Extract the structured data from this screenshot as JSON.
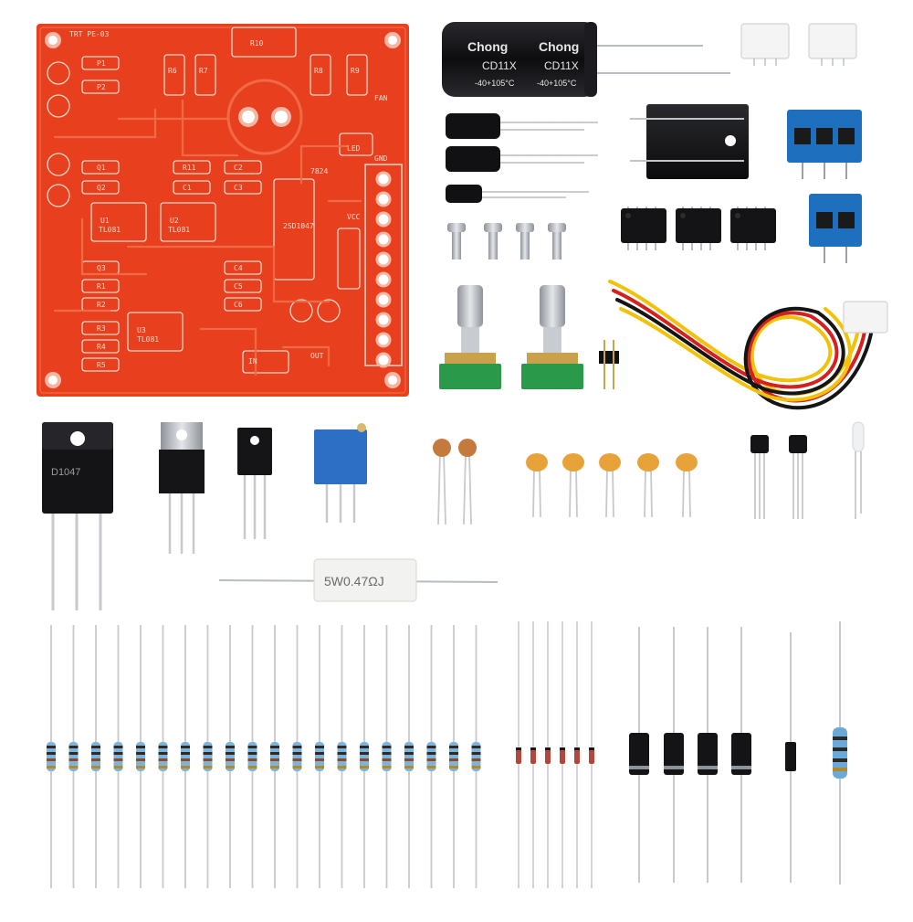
{
  "pcb": {
    "top_label": "TRT PE-03",
    "labels": [
      "P1",
      "P2",
      "Q1",
      "Q2",
      "Q3",
      "R1",
      "R2",
      "R3",
      "R4",
      "R5",
      "R6",
      "R7",
      "R8",
      "R9",
      "R10",
      "R11",
      "C1",
      "C2",
      "C3",
      "C4",
      "C5",
      "C6",
      "U1",
      "U2",
      "U3",
      "LED",
      "IN",
      "OUT",
      "GND",
      "VCC",
      "FAN",
      "TL081",
      "TL081",
      "TL081",
      "2SD1047",
      "7824"
    ]
  },
  "big_capacitor": {
    "brand": "Chong",
    "series": "CD11X",
    "temp": "-40+105°C",
    "color": "#121214"
  },
  "power_resistor": {
    "marking": "5W0.47ΩJ"
  },
  "transistor_marking": "D1047",
  "colors": {
    "pcb": "#e8401f",
    "pcb_trace": "#f06a45",
    "silk": "#ffd8c8",
    "terminal_blue": "#1f6fbf",
    "pot_green": "#2a9a4a",
    "trimmer_blue": "#2d6fc4",
    "ceramic_orange": "#e8a23a",
    "wire_red": "#d62020",
    "wire_yellow": "#f0c20a",
    "wire_black": "#151515"
  }
}
